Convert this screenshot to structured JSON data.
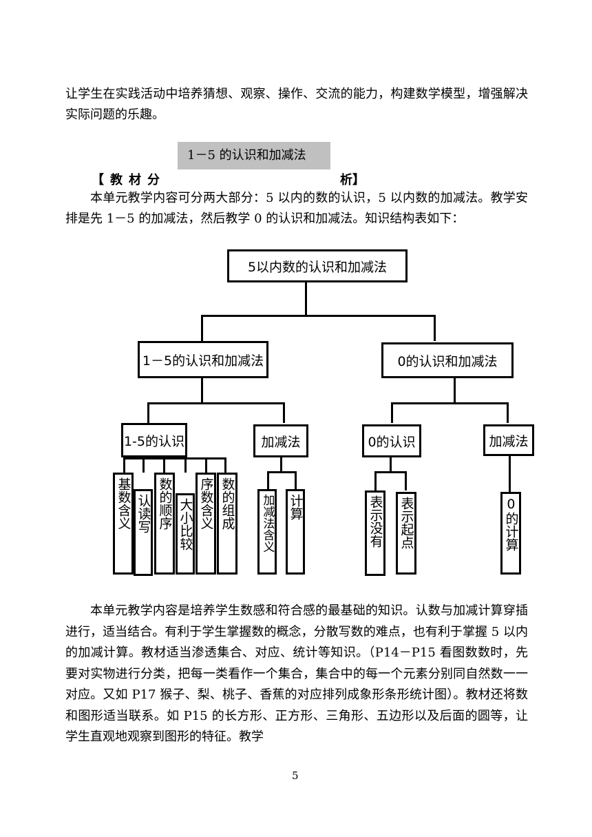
{
  "intro": "让学生在实践活动中培养猜想、观察、操作、交流的能力，构建数学模型，增强解决实际问题的乐趣。",
  "section_title": "1－5 的认识和加减法",
  "heading": {
    "left": "【教材分",
    "right": "析】"
  },
  "para1": "本单元教学内容可分两大部分：5 以内的数的认识，5 以内数的加减法。教学安排是先 1－5 的加减法，然后教学 0 的认识和加减法。知识结构表如下：",
  "diagram": {
    "root": "5以内数的认识和加减法",
    "left": {
      "title": "1－5的认识和加减法",
      "recognition": {
        "title": "1-5的认识",
        "leaves": [
          "基数含义",
          "认读写",
          "数的顺序",
          "大小比较",
          "序数含义",
          "数的组成"
        ]
      },
      "operation": {
        "title": "加减法",
        "leaves": [
          "加减法含义",
          "计算"
        ]
      }
    },
    "right": {
      "title": "0的认识和加减法",
      "recognition": {
        "title": "0的认识",
        "leaves": [
          "表示没有",
          "表示起点"
        ]
      },
      "operation": {
        "title": "加减法",
        "leaves": [
          "0的计算"
        ]
      }
    }
  },
  "para2": "本单元教学内容是培养学生数感和符合感的最基础的知识。认数与加减计算穿插进行，适当结合。有利于学生掌握数的概念，分散写数的难点，也有利于掌握 5 以内的加减计算。教材适当渗透集合、对应、统计等知识。（P14－P15 看图数数时，先要对实物进行分类，把每一类看作一个集合，集合中的每一个元素分别同自然数一一对应。又如 P17 猴子、梨、桃子、香蕉的对应排列成象形条形统计图）。教材还将数和图形适当联系。如 P15 的长方形、正方形、三角形、五边形以及后面的圆等，让学生直观地观察到图形的特征。教学",
  "page_number": "5"
}
